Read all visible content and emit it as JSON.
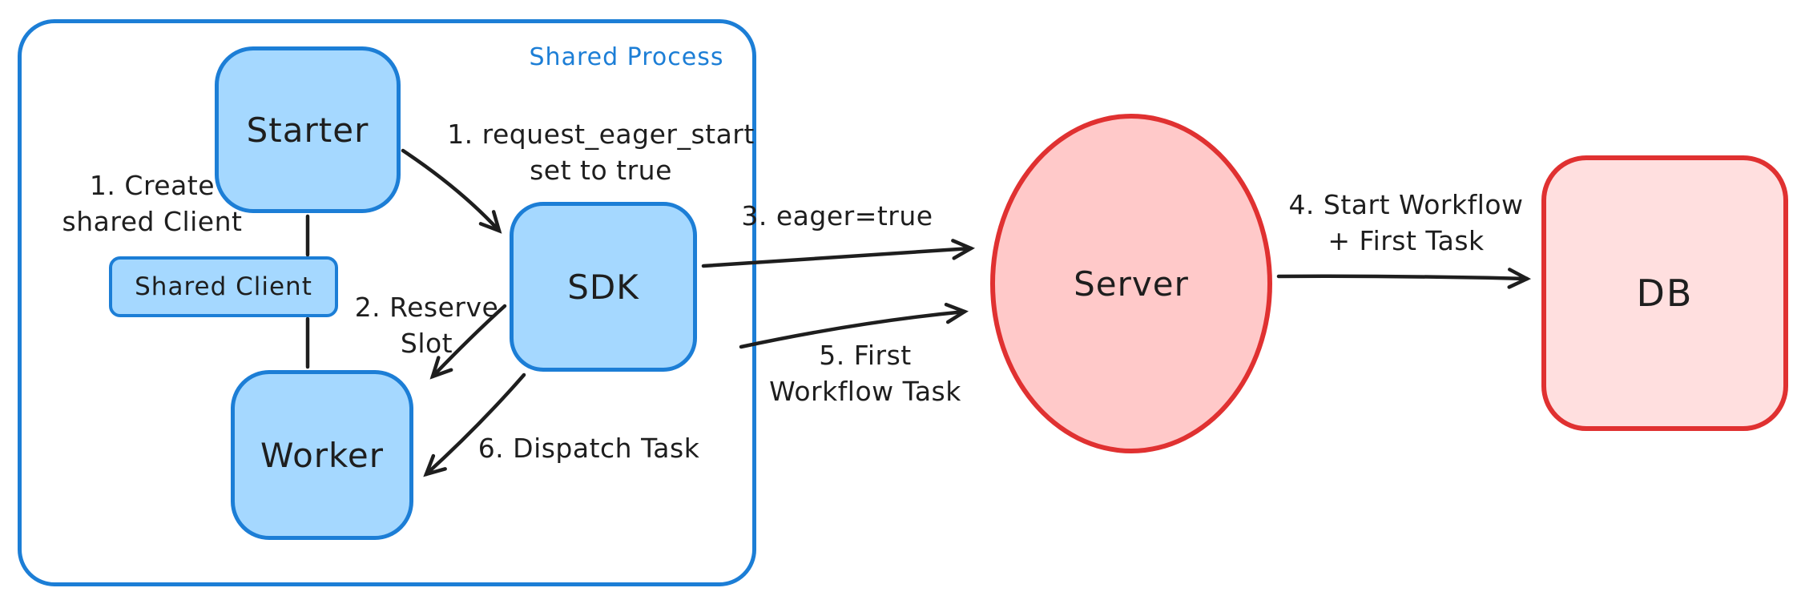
{
  "colors": {
    "blue_stroke": "#1c7ed6",
    "blue_fill": "#a5d8ff",
    "red_stroke": "#e03131",
    "red_fill": "#ffc9c9",
    "red_fill_light": "#ffdfdf",
    "ink": "#1e1e1e"
  },
  "shared_process": {
    "title": "Shared Process",
    "nodes": {
      "starter": {
        "label": "Starter"
      },
      "shared_client": {
        "label": "Shared Client"
      },
      "worker": {
        "label": "Worker"
      },
      "sdk": {
        "label": "SDK"
      }
    },
    "annotations": {
      "create_shared_client": "1. Create\nshared Client",
      "request_eager_start": "1. request_eager_start\nset to true",
      "reserve_slot": "2. Reserve\nSlot",
      "dispatch_task": "6. Dispatch Task"
    }
  },
  "external": {
    "server": {
      "label": "Server"
    },
    "db": {
      "label": "DB"
    },
    "annotations": {
      "eager_true": "3. eager=true",
      "first_workflow_task": "5. First\nWorkflow Task",
      "start_workflow_first_task": "4. Start Workflow\n+ First Task"
    }
  }
}
